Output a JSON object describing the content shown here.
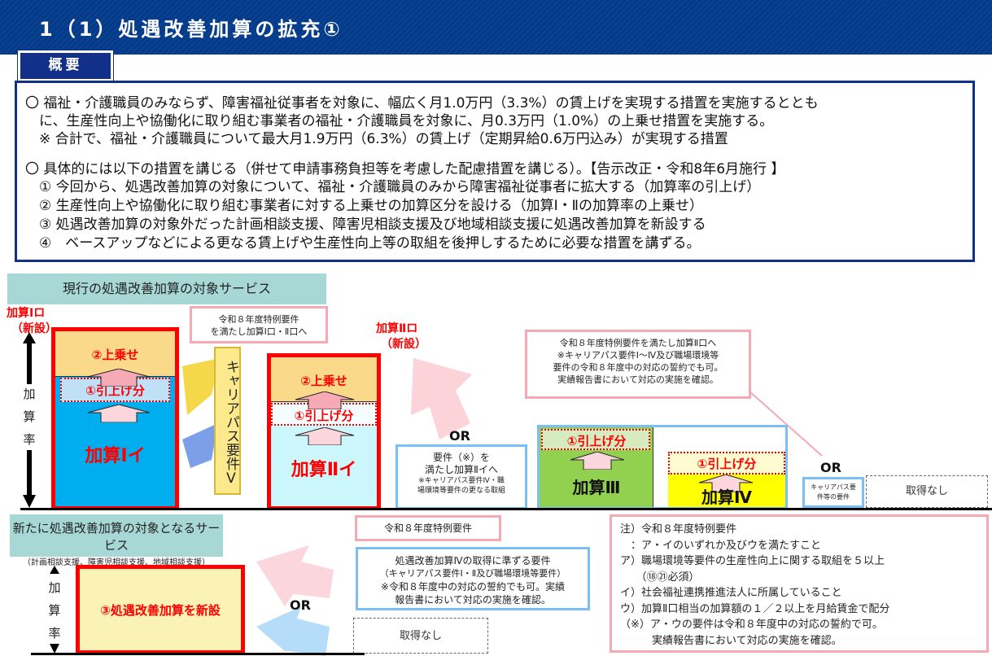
{
  "header": {
    "title": "1（1）処遇改善加算の拡充①"
  },
  "summary": {
    "tab_label": "概要",
    "lines": [
      "〇 福祉・介護職員のみならず、障害福祉従事者を対象に、幅広く月1.0万円（3.3%）の賃上げを実現する措置を実施するととも",
      "　に、生産性向上や協働化に取り組む事業者の福祉・介護職員を対象に、月0.3万円（1.0%）の上乗せ措置を実施する。",
      "　※ 合計で、福祉・介護職員について最大月1.9万円（6.3%）の賃上げ（定期昇給0.6万円込み）が実現する措置",
      "〇 具体的には以下の措置を講じる（併せて申請事務負担等を考慮した配慮措置を講じる）。【告示改正・令和8年6月施行 】",
      "　① 今回から、処遇改善加算の対象について、福祉・介護職員のみから障害福祉従事者に拡大する（加算率の引上げ）",
      "　② 生産性向上や協働化に取り組む事業者に対する上乗せの加算区分を設ける（加算Ⅰ・Ⅱの加算率の上乗せ）",
      "　③ 処遇改善加算の対象外だった計画相談支援、障害児相談支援及び地域相談支援に処遇改善加算を新設する",
      "　④　ベースアップなどによる更なる賃上げや生産性向上等の取組を後押しするために必要な措置を講ずる。"
    ]
  },
  "current": {
    "section_label": "現行の処遇改善加算の対象サービス",
    "axis_label": [
      "加",
      "算",
      "率"
    ],
    "k1ro": {
      "label": "加算Ⅰロ",
      "sub": "（新設）"
    },
    "k2ro": {
      "label": "加算Ⅱロ",
      "sub": "（新設）"
    },
    "bar1": {
      "top": "②上乗せ",
      "mid": "①引上げ分",
      "main": "加算Ⅰイ"
    },
    "bar2": {
      "top": "②上乗せ",
      "mid": "①引上げ分",
      "main": "加算Ⅱイ"
    },
    "bar3": {
      "mid": "①引上げ分",
      "main": "加算Ⅲ"
    },
    "bar4": {
      "mid": "①引上げ分",
      "main": "加算Ⅳ"
    },
    "career_v": "キャリアパス要件Ⅴ",
    "callout1": [
      "令和８年度特例要件",
      "を満たし加算Ⅰ口・Ⅱ口へ"
    ],
    "callout2": [
      "令和８年度特例要件を満たし加算Ⅱ口へ",
      "※キャリアパス要件Ⅰ～Ⅳ及び職場環境等",
      "要件の令和８年度中の対応の誓約でも可。",
      "実績報告書において対応の実施を確認。"
    ],
    "or1": "OR",
    "or2": "OR",
    "req_box": {
      "l1": "要件（※）を",
      "l2": "満たし加算Ⅱイへ",
      "l3": "※キャリアパス要件Ⅳ・職",
      "l4": "場環境等要件の更なる取組"
    },
    "career_req": [
      "キャリアパス要",
      "件等の要件"
    ],
    "none": "取得なし"
  },
  "new": {
    "section_label": "新たに処遇改善加算の対象となるサービス",
    "section_sub": "（計画相談支援、障害児相談支援、地域相談支援）",
    "axis_label": [
      "加",
      "算",
      "率"
    ],
    "bar": "③処遇改善加算を新設",
    "or": "OR",
    "callout_pink": "令和８年度特例要件",
    "callout_blue": [
      "処遇改善加算Ⅳの取得に準ずる要件",
      "（キャリアパス要件Ⅰ・Ⅱ及び職場環境等要件）",
      "※令和８年度中の対応の誓約でも可。実績",
      "報告書において対応の実施を確認。"
    ],
    "none": "取得なし"
  },
  "note": {
    "lines": [
      "注）令和８年度特例要件",
      "　：ア・イのいずれか及びウを満たすこと",
      "ア）職場環境等要件の生産性向上に関する取組を５以上",
      "　　（⑱㉑必須）",
      "イ）社会福祉連携推進法人に所属していること",
      "ウ）加算Ⅱ口相当の加算額の１／２以上を月給賃金で配分",
      "（※）ア・ウの要件は令和８年度中の対応の誓約で可。",
      "　　　実績報告書において対応の実施を確認。"
    ]
  }
}
